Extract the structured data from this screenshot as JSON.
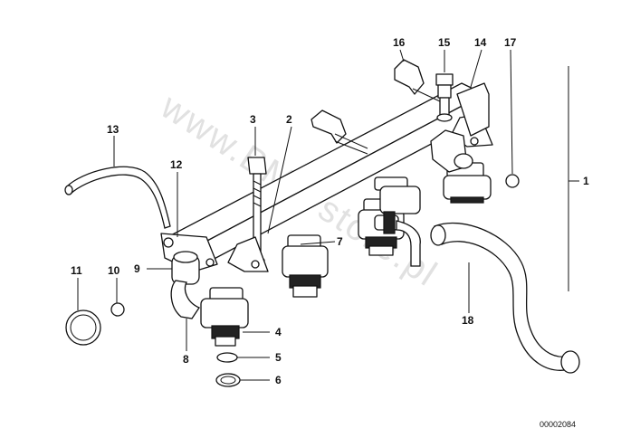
{
  "watermark": "www.BMWstore.pl",
  "diagram_code": "00002084",
  "callouts": [
    "1",
    "2",
    "3",
    "4",
    "5",
    "6",
    "7",
    "8",
    "9",
    "10",
    "11",
    "12",
    "13",
    "14",
    "15",
    "16",
    "17",
    "18"
  ]
}
